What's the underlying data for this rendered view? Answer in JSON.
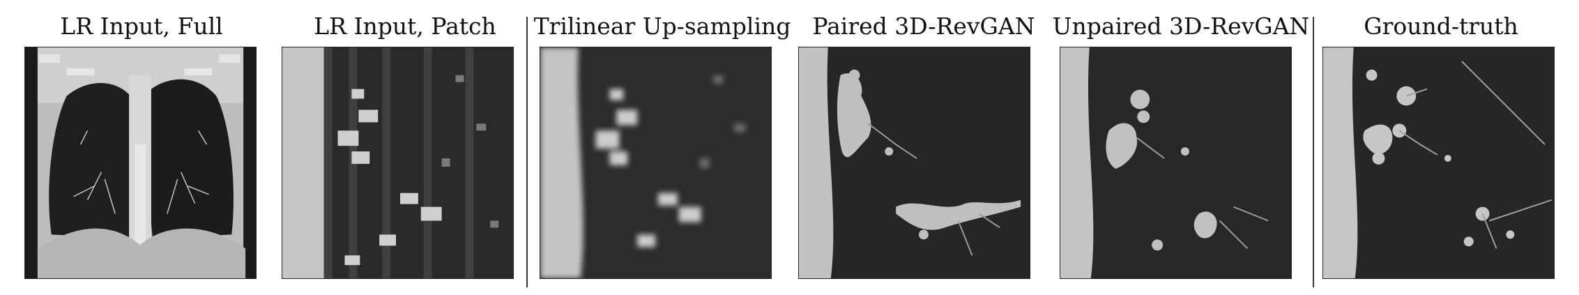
{
  "panels": [
    {
      "caption": "LR Input, Full"
    },
    {
      "caption": "LR Input, Patch"
    },
    {
      "caption": "Trilinear Up-sampling"
    },
    {
      "caption": "Paired 3D-RevGAN"
    },
    {
      "caption": "Unpaired 3D-RevGAN"
    },
    {
      "caption": "Ground-truth"
    }
  ]
}
